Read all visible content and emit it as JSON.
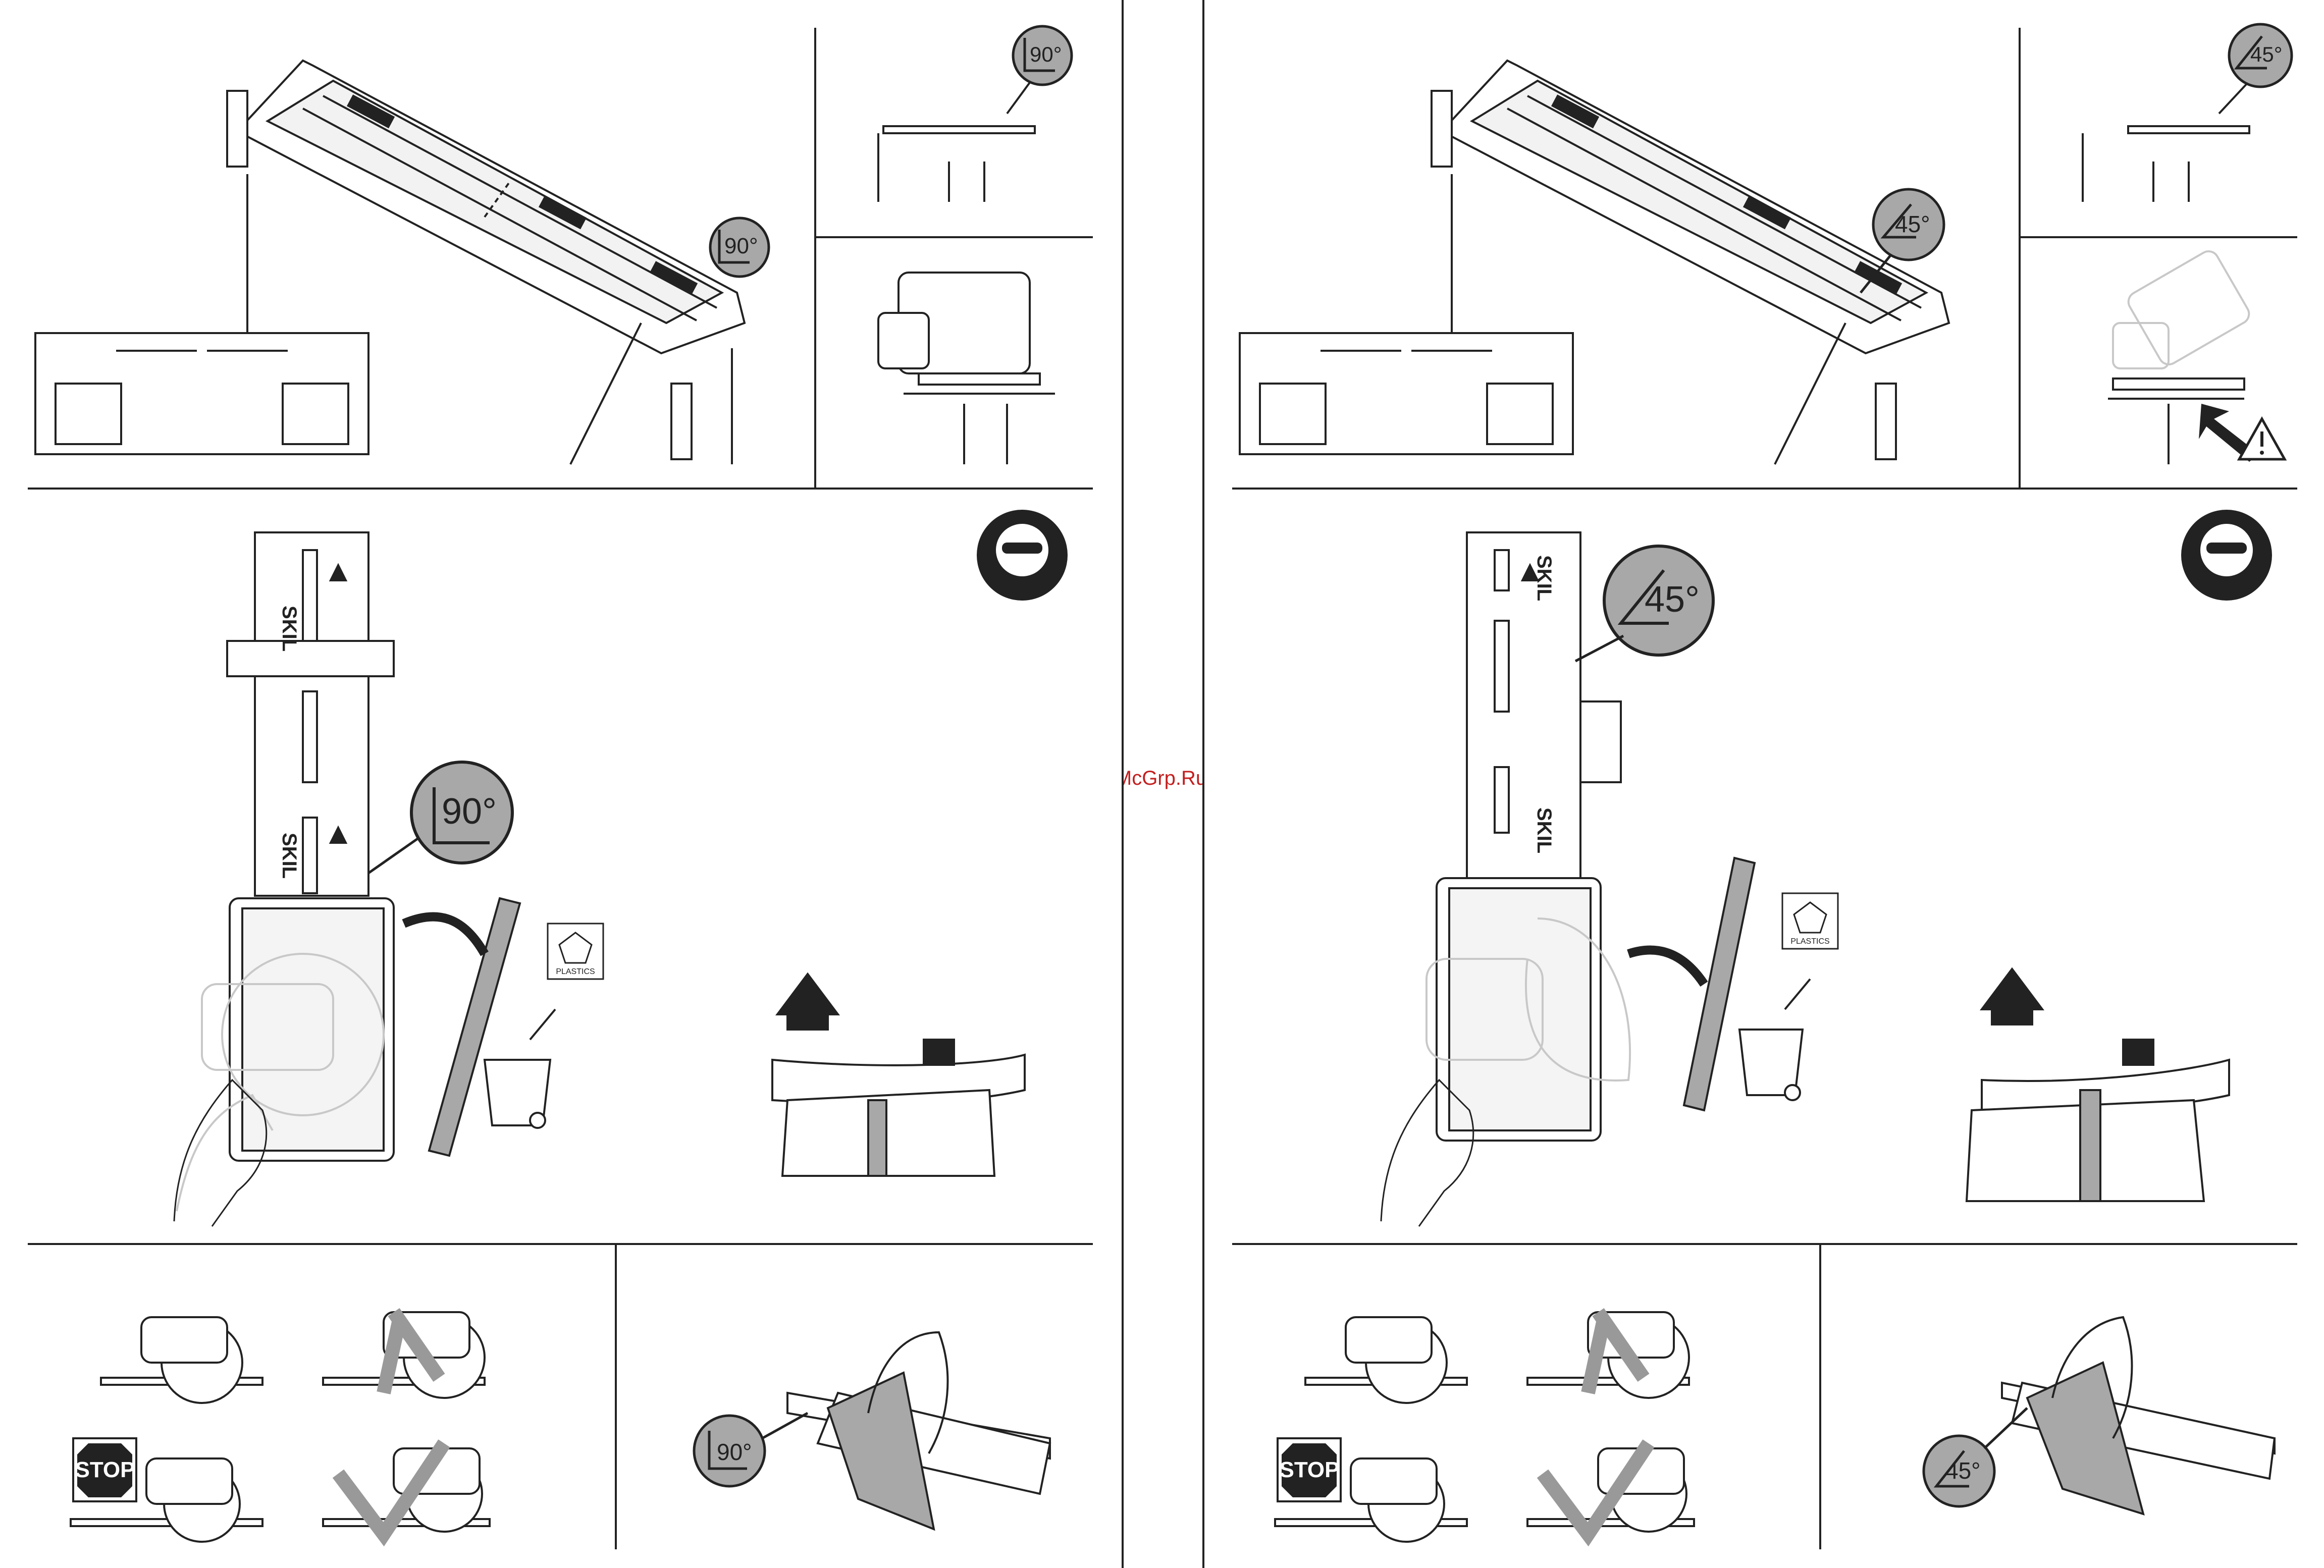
{
  "watermark": "McGrp.Ru",
  "angles": {
    "ninety": "90°",
    "fortyfive": "45°"
  },
  "brand": "SKIL",
  "recycle_label": "PLASTICS",
  "stop_label": "STOP",
  "colors": {
    "line": "#222222",
    "fill_gray": "#a8a8a8",
    "light_gray": "#cccccc",
    "watermark": "#c41e1e"
  }
}
